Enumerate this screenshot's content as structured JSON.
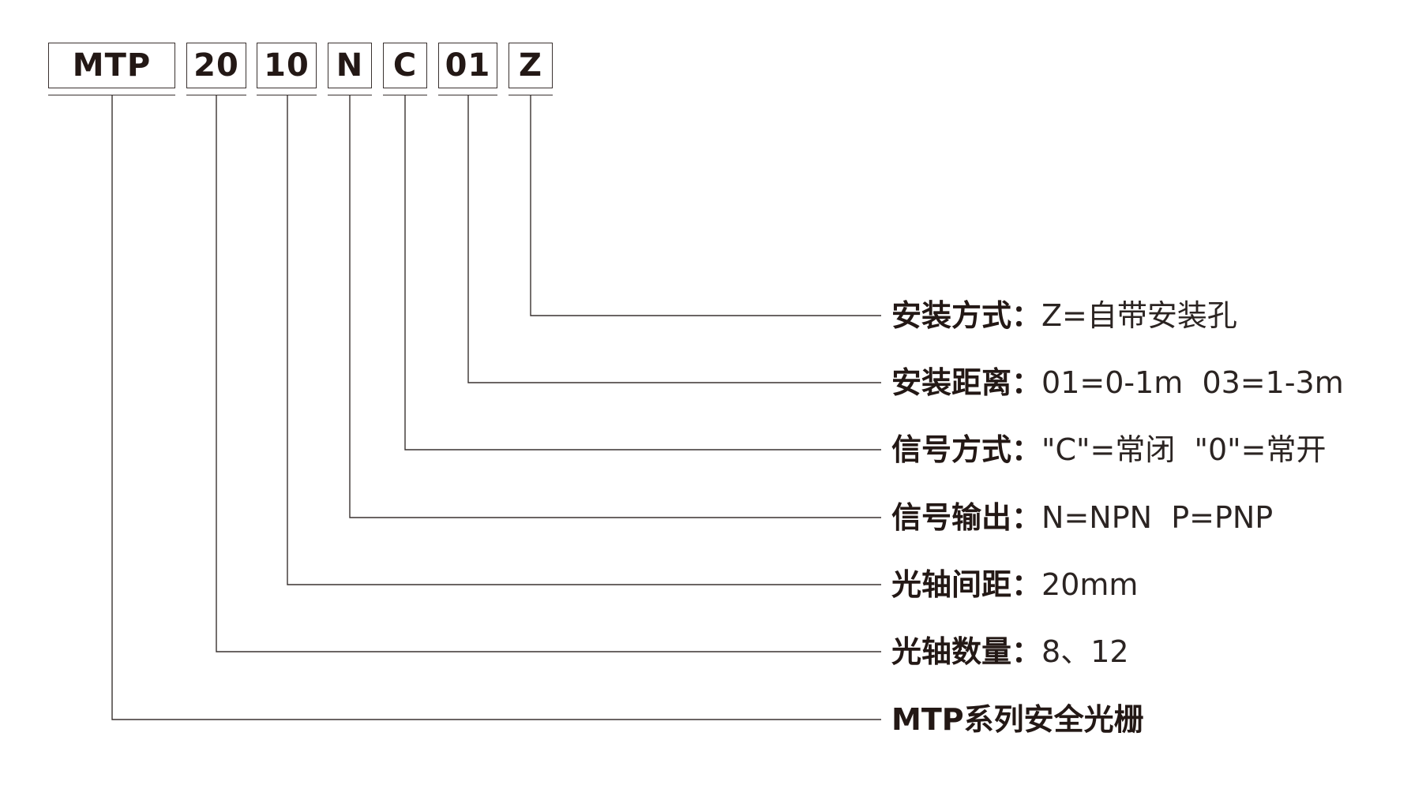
{
  "code": {
    "segments": [
      "MTP",
      "20",
      "10",
      "N",
      "C",
      "01",
      "Z"
    ]
  },
  "descriptions": [
    {
      "label": "安装方式：",
      "value": "Z=自带安装孔"
    },
    {
      "label": "安装距离：",
      "value": "01=0-1m  03=1-3m"
    },
    {
      "label": "信号方式：",
      "value": "\"C\"=常闭  \"0\"=常开"
    },
    {
      "label": "信号输出：",
      "value": "N=NPN  P=PNP"
    },
    {
      "label": "光轴间距：",
      "value": "20mm"
    },
    {
      "label": "光轴数量：",
      "value": "8、12"
    },
    {
      "label": "MTP系列安全光栅",
      "value": ""
    }
  ],
  "colors": {
    "text": "#231815",
    "line": "#3a3230"
  }
}
